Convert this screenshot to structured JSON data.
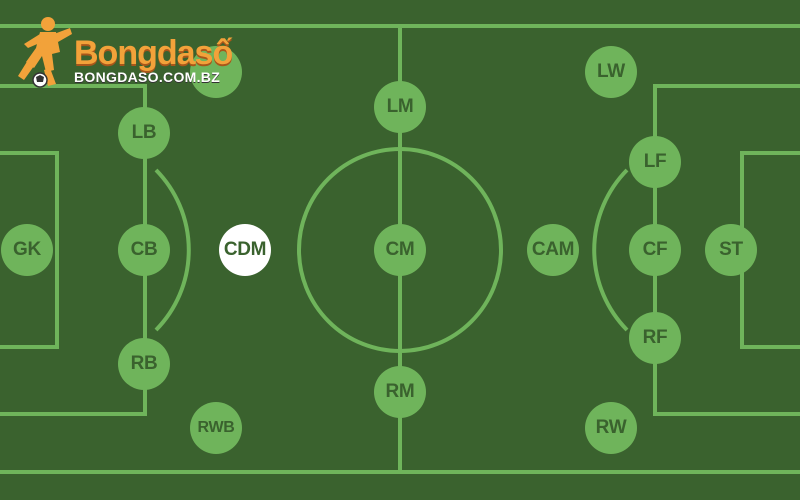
{
  "logo": {
    "brand": "Bongdasố",
    "url": "BONGDASO.COM.BZ"
  },
  "colors": {
    "pitch": "#3a622e",
    "lines": "#6fb45b",
    "position_circle": "#6fb45b",
    "position_text": "#3a622e",
    "highlight_circle": "#ffffff",
    "logo_orange": "#f2a23a"
  },
  "positions": [
    {
      "id": "gk",
      "label": "GK"
    },
    {
      "id": "lb",
      "label": "LB"
    },
    {
      "id": "cb",
      "label": "CB"
    },
    {
      "id": "rb",
      "label": "RB"
    },
    {
      "id": "rwb",
      "label": "RWB"
    },
    {
      "id": "cdm",
      "label": "CDM",
      "highlighted": true
    },
    {
      "id": "lm",
      "label": "LM"
    },
    {
      "id": "cm",
      "label": "CM"
    },
    {
      "id": "rm",
      "label": "RM"
    },
    {
      "id": "cam",
      "label": "CAM"
    },
    {
      "id": "lw",
      "label": "LW"
    },
    {
      "id": "lf",
      "label": "LF"
    },
    {
      "id": "cf",
      "label": "CF"
    },
    {
      "id": "rf",
      "label": "RF"
    },
    {
      "id": "rw",
      "label": "RW"
    },
    {
      "id": "st",
      "label": "ST"
    }
  ]
}
